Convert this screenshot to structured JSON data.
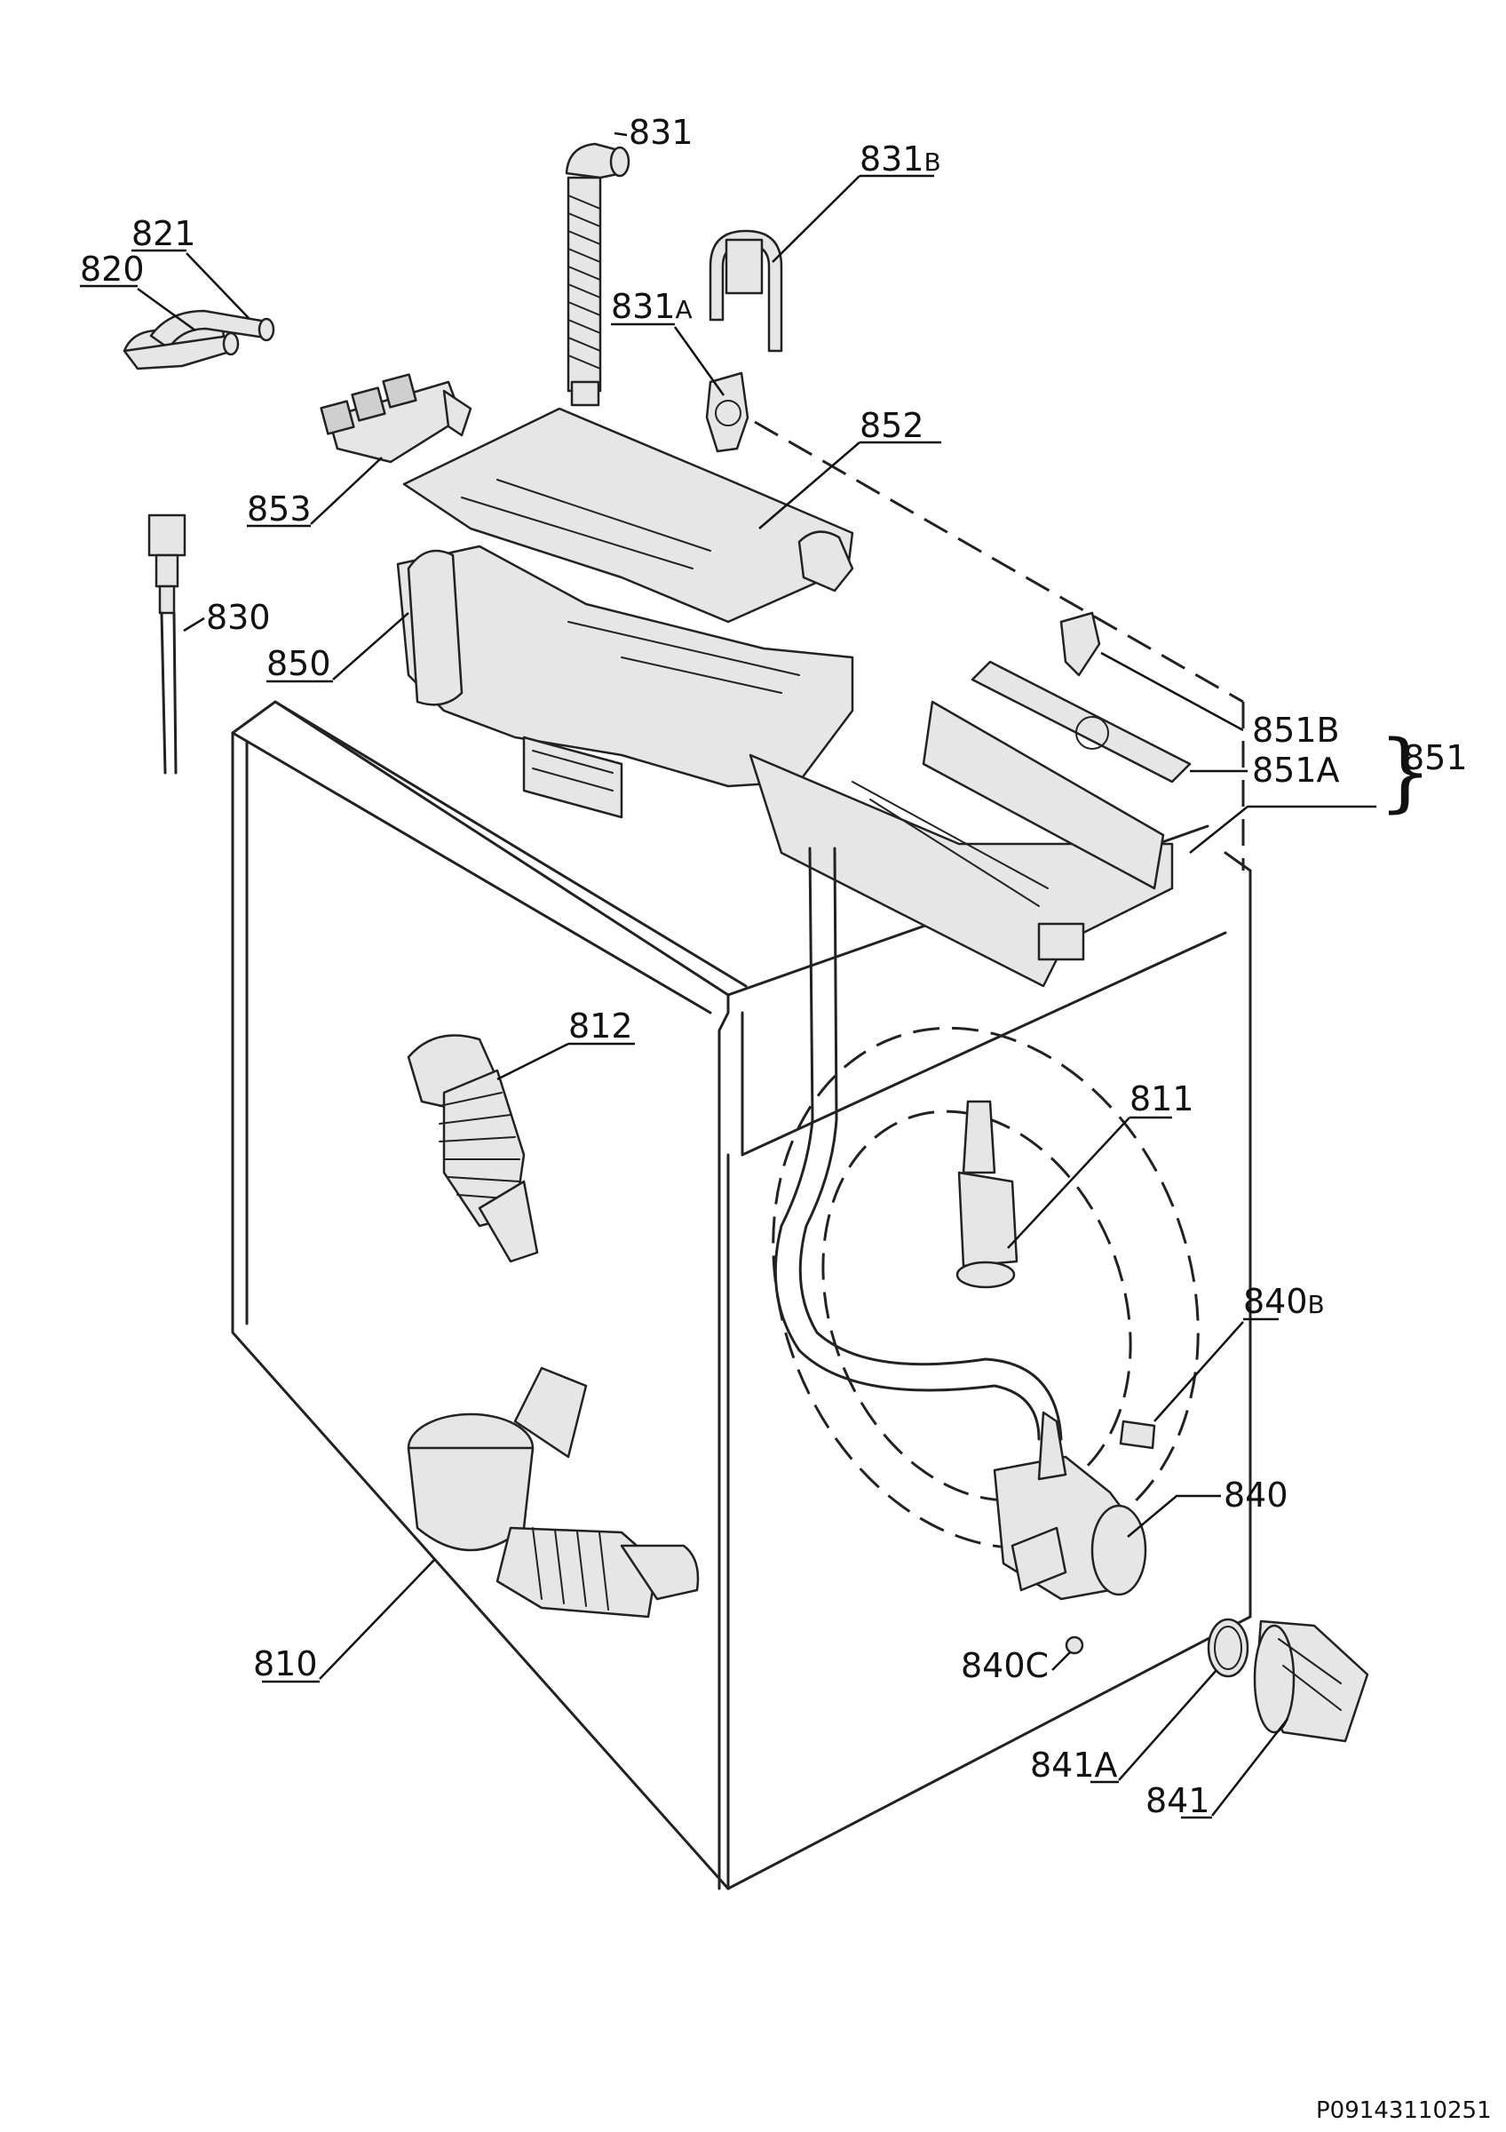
{
  "labels": [
    {
      "id": "p831",
      "text": "831"
    },
    {
      "id": "p831b",
      "text": "831",
      "suffix": "B"
    },
    {
      "id": "p821",
      "text": "821"
    },
    {
      "id": "p820",
      "text": "820"
    },
    {
      "id": "p831a",
      "text": "831",
      "suffix": "A"
    },
    {
      "id": "p852",
      "text": "852"
    },
    {
      "id": "p853",
      "text": "853"
    },
    {
      "id": "p830",
      "text": "830"
    },
    {
      "id": "p850",
      "text": "850"
    },
    {
      "id": "p851b",
      "text": "851B"
    },
    {
      "id": "p851a",
      "text": "851A"
    },
    {
      "id": "p851",
      "text": "851"
    },
    {
      "id": "p812",
      "text": "812"
    },
    {
      "id": "p811",
      "text": "811"
    },
    {
      "id": "p840b",
      "text": "840",
      "suffix": "B"
    },
    {
      "id": "p840",
      "text": "840"
    },
    {
      "id": "p810",
      "text": "810"
    },
    {
      "id": "p840c",
      "text": "840C"
    },
    {
      "id": "p841a",
      "text": "841",
      "suffix": "A"
    },
    {
      "id": "p841",
      "text": "841"
    }
  ],
  "group_brace": "}",
  "drawing_code": "P09143110251"
}
